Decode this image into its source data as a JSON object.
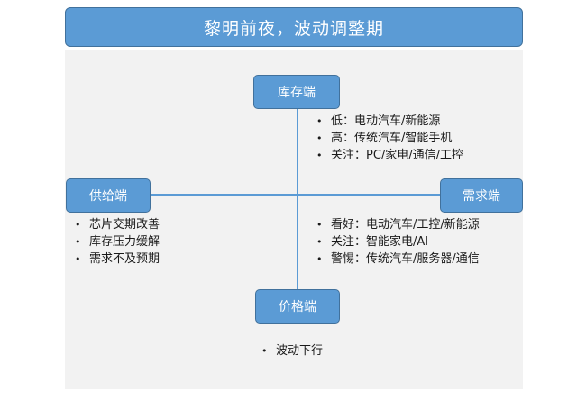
{
  "title": "黎明前夜，波动调整期",
  "nodes": {
    "inventory": {
      "label": "库存端",
      "items": [
        "低：电动汽车/新能源",
        "高：传统汽车/智能手机",
        "关注：PC/家电/通信/工控"
      ]
    },
    "supply": {
      "label": "供给端",
      "items": [
        "芯片交期改善",
        "库存压力缓解",
        "需求不及预期"
      ]
    },
    "demand": {
      "label": "需求端",
      "items": [
        "看好：电动汽车/工控/新能源",
        "关注：智能家电/AI",
        "警惕：传统汽车/服务器/通信"
      ]
    },
    "price": {
      "label": "价格端",
      "items": [
        "波动下行"
      ]
    }
  },
  "colors": {
    "accent": "#5b9bd5",
    "accent_border": "#41719c",
    "panel_bg": "#f2f2f2"
  }
}
